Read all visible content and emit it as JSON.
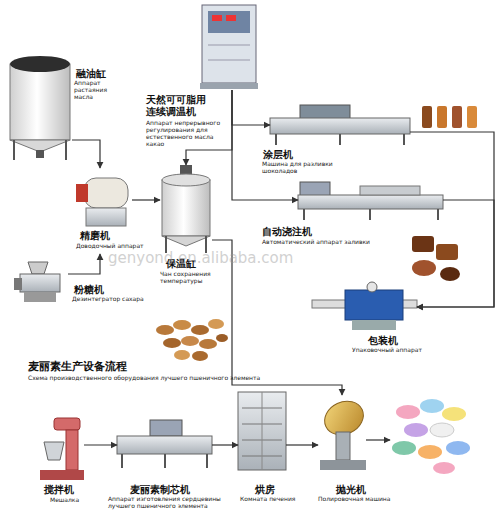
{
  "diagram": {
    "title": "麦丽素生产设备流程",
    "nodes": [
      {
        "text": [
          "融油缸",
          "Аппарат растаяния масла"
        ]
      },
      {
        "text": [
          "天然可可脂用 连续调温机",
          "Аппарат непрерывного регулирования для естественного масла какао"
        ]
      },
      {
        "text": [
          "精磨机",
          "Доводочный аппарат"
        ]
      },
      {
        "text": [
          "粉糖机",
          "Дезинтегратор сахара"
        ]
      },
      {
        "text": [
          "保温缸",
          "Чан сохранения температуры"
        ]
      },
      {
        "text": [
          "涂层机",
          "Машина для разливки шоколадов"
        ]
      },
      {
        "text": [
          "自动浇注机",
          "Автоматический аппарат заливки"
        ]
      },
      {
        "text": [
          "包装机",
          "Упаковочный аппарат"
        ]
      },
      {
        "text": [
          "搅拌机",
          "Мешалка"
        ]
      },
      {
        "text": [
          "麦丽素制芯机",
          "Аппарат изготовления сердцевины лучшего пшеничного элемента"
        ]
      },
      {
        "text": [
          "烘房",
          "Комната печения"
        ]
      },
      {
        "text": [
          "抛光机",
          "Полировочная машина"
        ]
      }
    ],
    "edges": [
      {
        "from": 0,
        "to": 2,
        "arrow": "to"
      },
      {
        "from": 3,
        "to": 2,
        "arrow": "to"
      },
      {
        "from": 2,
        "to": 4,
        "arrow": "to"
      },
      {
        "from": 1,
        "to": 4,
        "arrow": "to"
      },
      {
        "from": 1,
        "to": 5,
        "arrow": "to"
      },
      {
        "from": 1,
        "to": 6,
        "arrow": "to"
      },
      {
        "from": 4,
        "to": 11,
        "arrow": "to"
      },
      {
        "from": 5,
        "to": 7,
        "arrow": "to"
      },
      {
        "from": 6,
        "to": 7,
        "arrow": "to"
      },
      {
        "from": 8,
        "to": 9,
        "arrow": "to"
      },
      {
        "from": 9,
        "to": 10,
        "arrow": "to"
      },
      {
        "from": 10,
        "to": 11,
        "arrow": "to"
      }
    ],
    "labels": [
      "Схема производственного оборудования лучшего пшеничного элемента",
      "genyond.en.alibaba.com"
    ]
  }
}
